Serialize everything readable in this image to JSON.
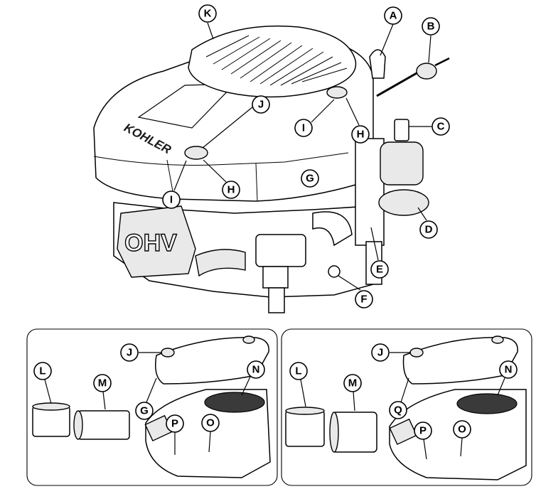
{
  "main": {
    "brand_logo": "KOHLER",
    "valve_cover_text": "OHV"
  },
  "callouts": {
    "A": "A",
    "B": "B",
    "C": "C",
    "D": "D",
    "E": "E",
    "F": "F",
    "G": "G",
    "H": "H",
    "I": "I",
    "J": "J",
    "K": "K"
  },
  "inset_left": {
    "J": "J",
    "N": "N",
    "L": "L",
    "M": "M",
    "G": "G",
    "P": "P",
    "O": "O"
  },
  "inset_right": {
    "J": "J",
    "N": "N",
    "L": "L",
    "M": "M",
    "Q": "Q",
    "P": "P",
    "O": "O"
  },
  "colors": {
    "line": "#000000",
    "fill": "#ffffff",
    "shade": "#e9e9e9",
    "dark": "#3a3a3a"
  }
}
